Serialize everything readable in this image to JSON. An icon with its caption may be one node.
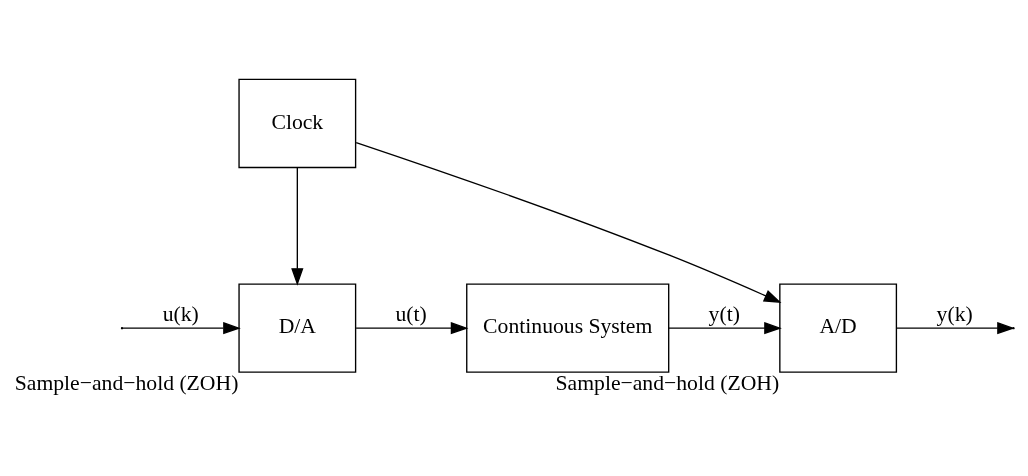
{
  "diagram": {
    "nodes": [
      {
        "text": [
          "Clock"
        ]
      },
      {
        "text": [
          "D/A"
        ],
        "beside": [
          "Sample−and−hold (ZOH)"
        ]
      },
      {
        "text": [
          "Continuous System"
        ]
      },
      {
        "text": [
          "A/D"
        ],
        "beside": [
          "Sample−and−hold (ZOH)"
        ]
      }
    ],
    "edges": [
      {
        "from": 0,
        "to": 1,
        "arrow": "to"
      },
      {
        "from": 0,
        "to": 3,
        "arrow": "to"
      },
      {
        "from": null,
        "to": 1,
        "arrow": "to",
        "label": "u(k)"
      },
      {
        "from": 1,
        "to": 2,
        "arrow": "to",
        "label": "u(t)"
      },
      {
        "from": 2,
        "to": 3,
        "arrow": "to",
        "label": "y(t)"
      },
      {
        "from": 3,
        "to": null,
        "arrow": "to",
        "label": "y(k)"
      }
    ]
  }
}
